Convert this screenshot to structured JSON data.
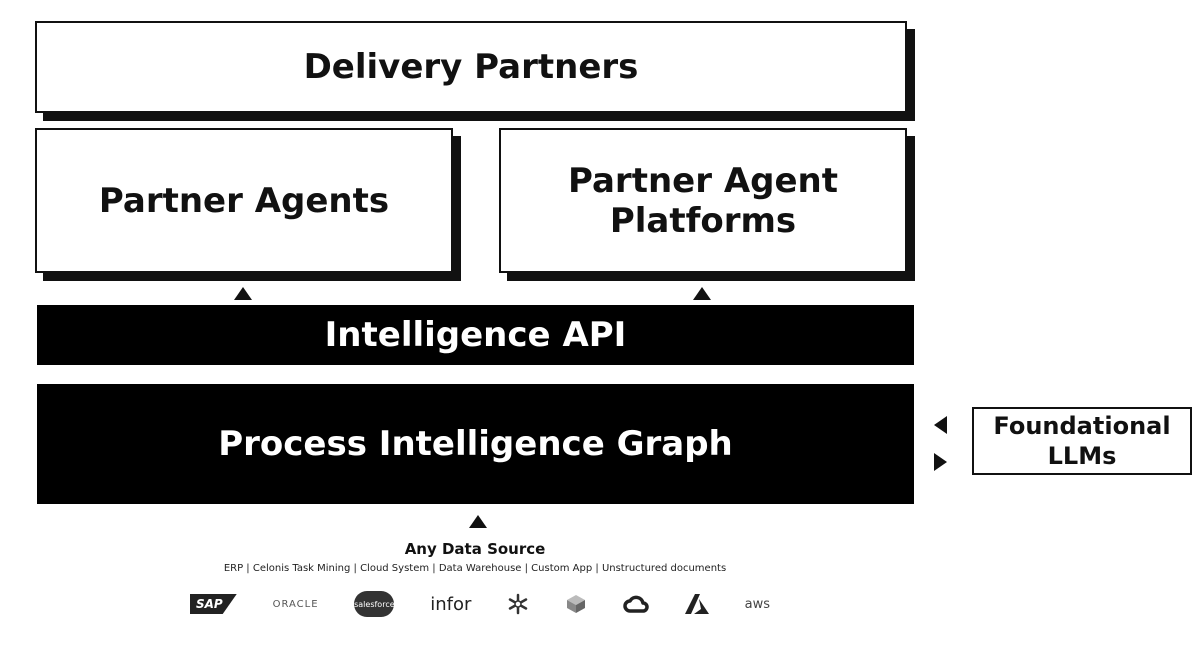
{
  "diagram": {
    "delivery_partners": "Delivery Partners",
    "partner_agents": "Partner Agents",
    "partner_agent_platforms": "Partner Agent Platforms",
    "intelligence_api": "Intelligence API",
    "process_intelligence_graph": "Process Intelligence Graph",
    "foundational_llms": "Foundational LLMs"
  },
  "data_sources": {
    "title": "Any Data Source",
    "subtitle": "ERP | Celonis Task Mining | Cloud System | Data Warehouse | Custom App | Unstructured documents",
    "logos": {
      "sap": "SAP",
      "oracle": "ORACLE",
      "salesforce": "salesforce",
      "infor": "infor",
      "aws": "aws"
    },
    "icons": [
      "sap-logo",
      "oracle-logo",
      "salesforce-logo",
      "infor-logo",
      "snowflake-icon",
      "database-cube-icon",
      "google-cloud-icon",
      "azure-icon",
      "aws-logo"
    ]
  }
}
